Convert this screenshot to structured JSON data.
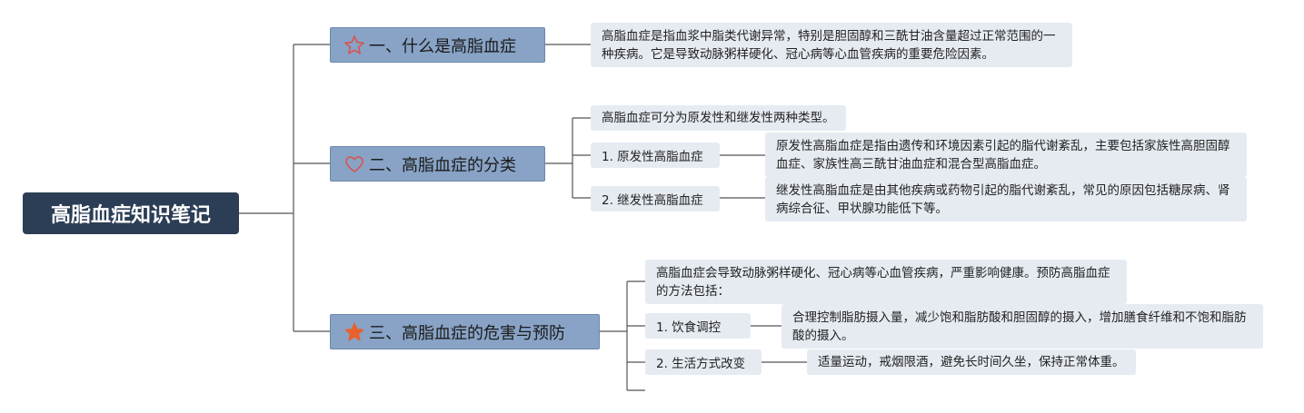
{
  "root": {
    "title": "高脂血症知识笔记"
  },
  "sections": [
    {
      "title": "一、什么是高脂血症",
      "icon": "star-outline-icon",
      "desc": "高脂血症是指血浆中脂类代谢异常，特别是胆固醇和三酰甘油含量超过正常范围的一种疾病。它是导致动脉粥样硬化、冠心病等心血管疾病的重要危险因素。"
    },
    {
      "title": "二、高脂血症的分类",
      "icon": "heart-outline-icon",
      "intro": "高脂血症可分为原发性和继发性两种类型。",
      "items": [
        {
          "label": "1. 原发性高脂血症",
          "desc": "原发性高脂血症是指由遗传和环境因素引起的脂代谢紊乱，主要包括家族性高胆固醇血症、家族性高三酰甘油血症和混合型高脂血症。"
        },
        {
          "label": "2. 继发性高脂血症",
          "desc": "继发性高脂血症是由其他疾病或药物引起的脂代谢紊乱，常见的原因包括糖尿病、肾病综合征、甲状腺功能低下等。"
        }
      ]
    },
    {
      "title": "三、高脂血症的危害与预防",
      "icon": "star-filled-icon",
      "intro": "高脂血症会导致动脉粥样硬化、冠心病等心血管疾病，严重影响健康。预防高脂血症的方法包括：",
      "items": [
        {
          "label": "1. 饮食调控",
          "desc": "合理控制脂肪摄入量，减少饱和脂肪酸和胆固醇的摄入，增加膳食纤维和不饱和脂肪酸的摄入。"
        },
        {
          "label": "2. 生活方式改变",
          "desc": "适量运动，戒烟限酒，避免长时间久坐，保持正常体重。"
        }
      ]
    }
  ],
  "colors": {
    "root_bg": "#2c3e55",
    "main_bg": "#88a3c6",
    "leaf_bg": "#e6ebf2",
    "line": "#555555",
    "icon_red": "#d9534f",
    "icon_orange": "#e8602c"
  }
}
